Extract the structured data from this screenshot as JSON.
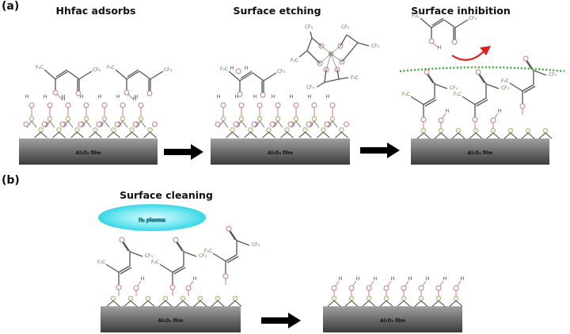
{
  "panel_labels": {
    "a": "(a)",
    "b": "(b)"
  },
  "titles": {
    "hhfac_adsorbs": "Hhfac adsorbs",
    "surface_etching": "Surface etching",
    "surface_inhibition": "Surface inhibition",
    "surface_cleaning": "Surface cleaning"
  },
  "film_label": "Al₂O₃ film",
  "plasma_label": "H₂ plasma",
  "atoms": {
    "f3c": "F₃C",
    "cf3": "CF₃",
    "h": "H",
    "o": "O",
    "al": "Al"
  },
  "colors": {
    "oxygen": "#c77b8a",
    "aluminum": "#b9b08a",
    "bond": "#555555",
    "fluorine_group": "#5a7a4a",
    "arrow_red": "#e0201a",
    "barrier_green": "#3fa83a",
    "plasma": "#5fe3ec",
    "film_top": "#9a9a9a",
    "film_bottom": "#3a3a3a"
  }
}
